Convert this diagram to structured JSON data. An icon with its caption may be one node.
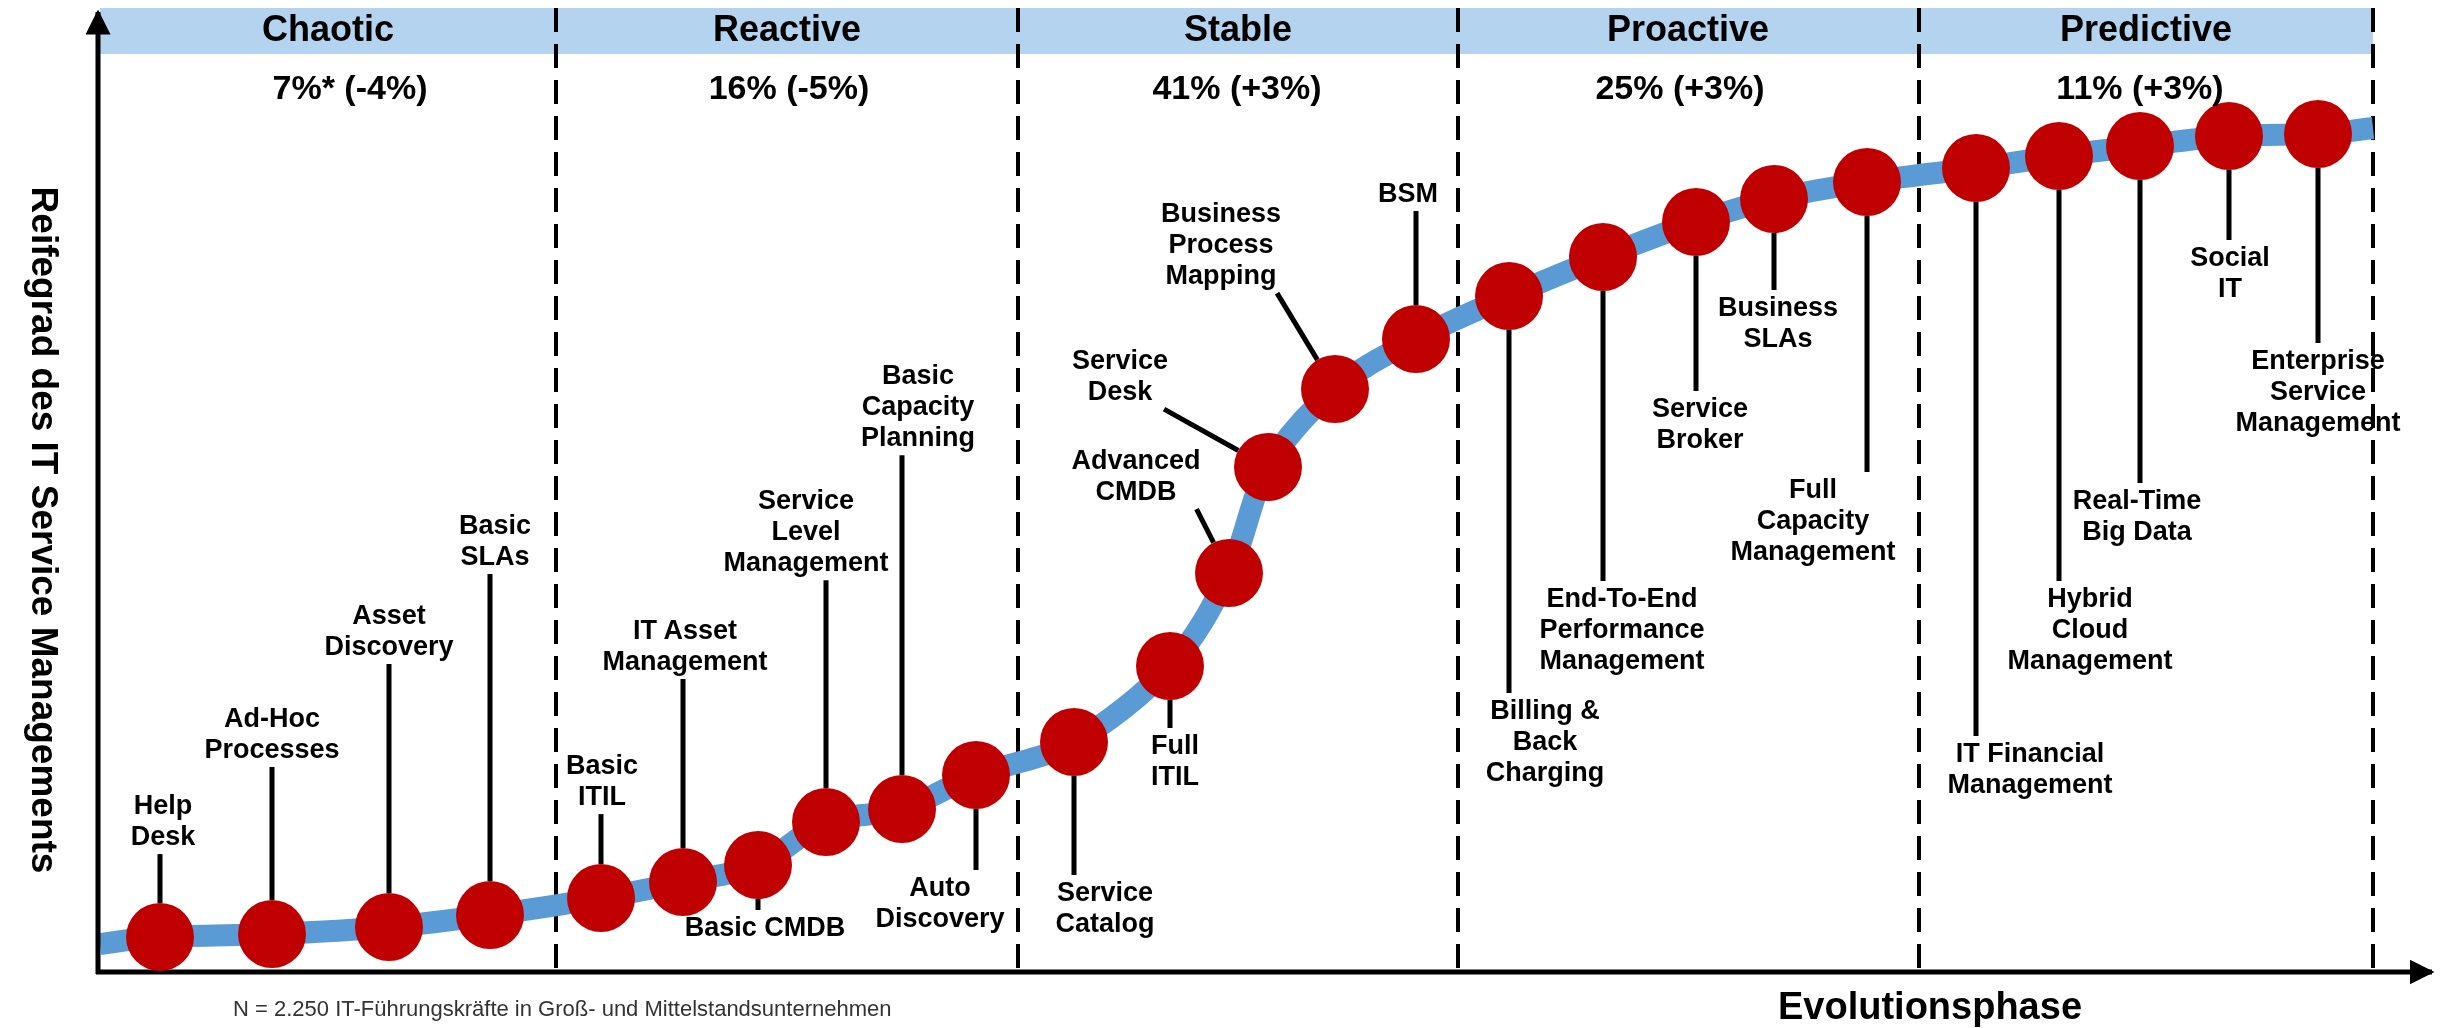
{
  "diagram": {
    "nodes": [
      {
        "text": [
          "Help Desk"
        ]
      },
      {
        "text": [
          "Ad-Hoc Processes"
        ]
      },
      {
        "text": [
          "Asset Discovery"
        ]
      },
      {
        "text": [
          "Basic SLAs"
        ]
      },
      {
        "text": [
          "Basic ITIL"
        ]
      },
      {
        "text": [
          "IT Asset Management"
        ]
      },
      {
        "text": [
          "Basic CMDB"
        ]
      },
      {
        "text": [
          "Service Level Management"
        ]
      },
      {
        "text": [
          "Basic Capacity Planning"
        ]
      },
      {
        "text": [
          "Auto Discovery"
        ]
      },
      {
        "text": [
          "Service Catalog"
        ]
      },
      {
        "text": [
          "Full ITIL"
        ]
      },
      {
        "text": [
          "Advanced CMDB"
        ]
      },
      {
        "text": [
          "Service Desk"
        ]
      },
      {
        "text": [
          "Business Process Mapping"
        ]
      },
      {
        "text": [
          "BSM"
        ]
      },
      {
        "text": [
          "Billing & Back Charging"
        ]
      },
      {
        "text": [
          "End-To-End Performance Management"
        ]
      },
      {
        "text": [
          "Service Broker"
        ]
      },
      {
        "text": [
          "Business SLAs"
        ]
      },
      {
        "text": [
          "Full Capacity Management"
        ]
      },
      {
        "text": [
          "IT Financial Management"
        ]
      },
      {
        "text": [
          "Hybrid Cloud Management"
        ]
      },
      {
        "text": [
          "Real-Time Big Data"
        ]
      },
      {
        "text": [
          "Social IT"
        ]
      },
      {
        "text": [
          "Enterprise Service Management"
        ]
      },
      {
        "text": [],
        "shape": "circle"
      },
      {
        "text": [],
        "shape": "circle"
      },
      {
        "text": [],
        "shape": "circle"
      },
      {
        "text": [],
        "shape": "circle"
      },
      {
        "text": [],
        "shape": "circle"
      },
      {
        "text": [],
        "shape": "circle"
      },
      {
        "text": [],
        "shape": "circle"
      },
      {
        "text": [],
        "shape": "circle"
      },
      {
        "text": [],
        "shape": "circle"
      },
      {
        "text": [],
        "shape": "circle"
      },
      {
        "text": [],
        "shape": "circle"
      },
      {
        "text": [],
        "shape": "circle"
      },
      {
        "text": [],
        "shape": "circle"
      },
      {
        "text": [],
        "shape": "circle"
      },
      {
        "text": [],
        "shape": "circle"
      },
      {
        "text": [],
        "shape": "circle"
      },
      {
        "text": [],
        "shape": "circle"
      },
      {
        "text": [],
        "shape": "circle"
      },
      {
        "text": [],
        "shape": "circle"
      },
      {
        "text": [],
        "shape": "circle"
      },
      {
        "text": [],
        "shape": "circle"
      },
      {
        "text": [],
        "shape": "circle"
      },
      {
        "text": [],
        "shape": "circle"
      },
      {
        "text": [],
        "shape": "circle"
      },
      {
        "text": [],
        "shape": "circle"
      },
      {
        "text": [],
        "shape": "circle"
      }
    ],
    "edges": [
      {
        "from": 0,
        "to": 26,
        "arrow": "none"
      },
      {
        "from": 1,
        "to": 27,
        "arrow": "none"
      },
      {
        "from": 2,
        "to": 28,
        "arrow": "none"
      },
      {
        "from": 3,
        "to": 29,
        "arrow": "none"
      },
      {
        "from": 4,
        "to": 30,
        "arrow": "none"
      },
      {
        "from": 5,
        "to": 31,
        "arrow": "none"
      },
      {
        "from": 6,
        "to": 32,
        "arrow": "none"
      },
      {
        "from": 7,
        "to": 33,
        "arrow": "none"
      },
      {
        "from": 8,
        "to": 34,
        "arrow": "none"
      },
      {
        "from": 9,
        "to": 35,
        "arrow": "none"
      },
      {
        "from": 10,
        "to": 36,
        "arrow": "none"
      },
      {
        "from": 11,
        "to": 37,
        "arrow": "none"
      },
      {
        "from": 12,
        "to": 38,
        "arrow": "none"
      },
      {
        "from": 13,
        "to": 39,
        "arrow": "none"
      },
      {
        "from": 14,
        "to": 40,
        "arrow": "none"
      },
      {
        "from": 15,
        "to": 41,
        "arrow": "none"
      },
      {
        "from": 16,
        "to": 42,
        "arrow": "none"
      },
      {
        "from": 17,
        "to": 43,
        "arrow": "none"
      },
      {
        "from": 18,
        "to": 44,
        "arrow": "none"
      },
      {
        "from": 19,
        "to": 45,
        "arrow": "none"
      },
      {
        "from": 20,
        "to": 46,
        "arrow": "none"
      },
      {
        "from": 21,
        "to": 47,
        "arrow": "none"
      },
      {
        "from": 22,
        "to": 48,
        "arrow": "none"
      },
      {
        "from": 23,
        "to": 49,
        "arrow": "none"
      },
      {
        "from": 24,
        "to": 50,
        "arrow": "none"
      },
      {
        "from": 25,
        "to": 51,
        "arrow": "none"
      }
    ],
    "labels": [
      "Chaotic",
      "Reactive",
      "Stable",
      "Proactive",
      "Predictive",
      "7%* (-4%)",
      "16% (-5%)",
      "41% (+3%)",
      "25% (+3%)",
      "11% (+3%)",
      "Reifegrad des IT Service Managements",
      "Evolutionsphase",
      "N = 2.250 IT-Führungskräfte in Groß- und Mittelstandsunternehmen"
    ]
  }
}
